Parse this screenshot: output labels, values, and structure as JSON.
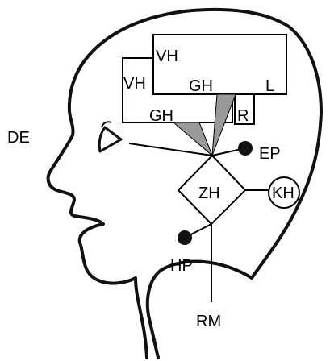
{
  "labels": {
    "vh_upper": "VH",
    "vh_lower": "VH",
    "gh_upper": "GH",
    "gh_lower": "GH",
    "l": "L",
    "r": "R",
    "de": "DE",
    "ep": "EP",
    "zh": "ZH",
    "kh": "KH",
    "hp": "HP",
    "rm": "RM"
  },
  "colors": {
    "line": "#000000",
    "wedge": "#999999",
    "dot": "#111111"
  }
}
